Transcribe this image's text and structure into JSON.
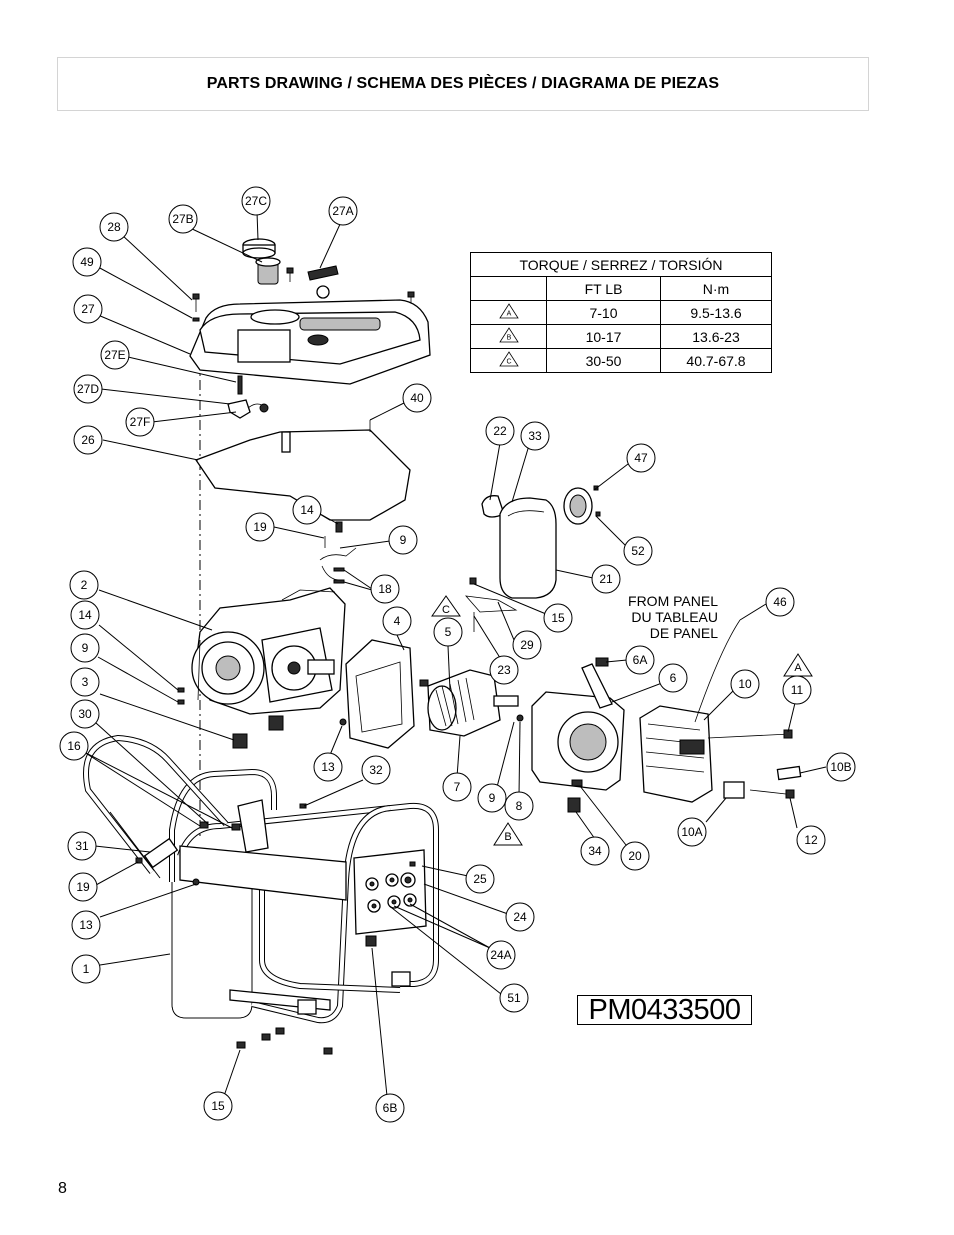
{
  "header": {
    "title": "PARTS DRAWING / SCHEMA DES PIÈCES / DIAGRAMA DE PIEZAS"
  },
  "torque_table": {
    "title": "TORQUE / SERREZ / TORSIÓN",
    "col_ft_lb": "FT LB",
    "col_nm": "N·m",
    "rows": [
      {
        "marker": "A",
        "ft_lb": "7-10",
        "nm": "9.5-13.6"
      },
      {
        "marker": "B",
        "ft_lb": "10-17",
        "nm": "13.6-23"
      },
      {
        "marker": "C",
        "ft_lb": "30-50",
        "nm": "40.7-67.8"
      }
    ]
  },
  "callouts": {
    "c28": "28",
    "c27b": "27B",
    "c27c": "27C",
    "c27a": "27A",
    "c49": "49",
    "c27": "27",
    "c27e": "27E",
    "c27d": "27D",
    "c27f": "27F",
    "c40": "40",
    "c26": "26",
    "c22": "22",
    "c33": "33",
    "c47": "47",
    "c14a": "14",
    "c19a": "19",
    "c9a": "9",
    "c18": "18",
    "c52": "52",
    "c21": "21",
    "c2": "2",
    "c14b": "14",
    "c4": "4",
    "c5": "5",
    "c15a": "15",
    "c29": "29",
    "c46": "46",
    "c9b": "9",
    "c23": "23",
    "c6a": "6A",
    "c3": "3",
    "c6": "6",
    "c10": "10",
    "c11": "11",
    "c30": "30",
    "c13a": "13",
    "c32": "32",
    "c16": "16",
    "c7": "7",
    "c9c": "9",
    "c8": "8",
    "c10b": "10B",
    "c31": "31",
    "c10a": "10A",
    "c12": "12",
    "c34": "34",
    "c20": "20",
    "c25": "25",
    "c19b": "19",
    "c13b": "13",
    "c24": "24",
    "c24a": "24A",
    "c1": "1",
    "c51": "51",
    "c15b": "15",
    "c6b": "6B"
  },
  "markers": {
    "a": "A",
    "b": "B",
    "c": "C"
  },
  "panel_note": {
    "line1": "FROM PANEL",
    "line2": "DU TABLEAU",
    "line3": "DE PANEL"
  },
  "part_number": "PM0433500",
  "page_number": "8"
}
